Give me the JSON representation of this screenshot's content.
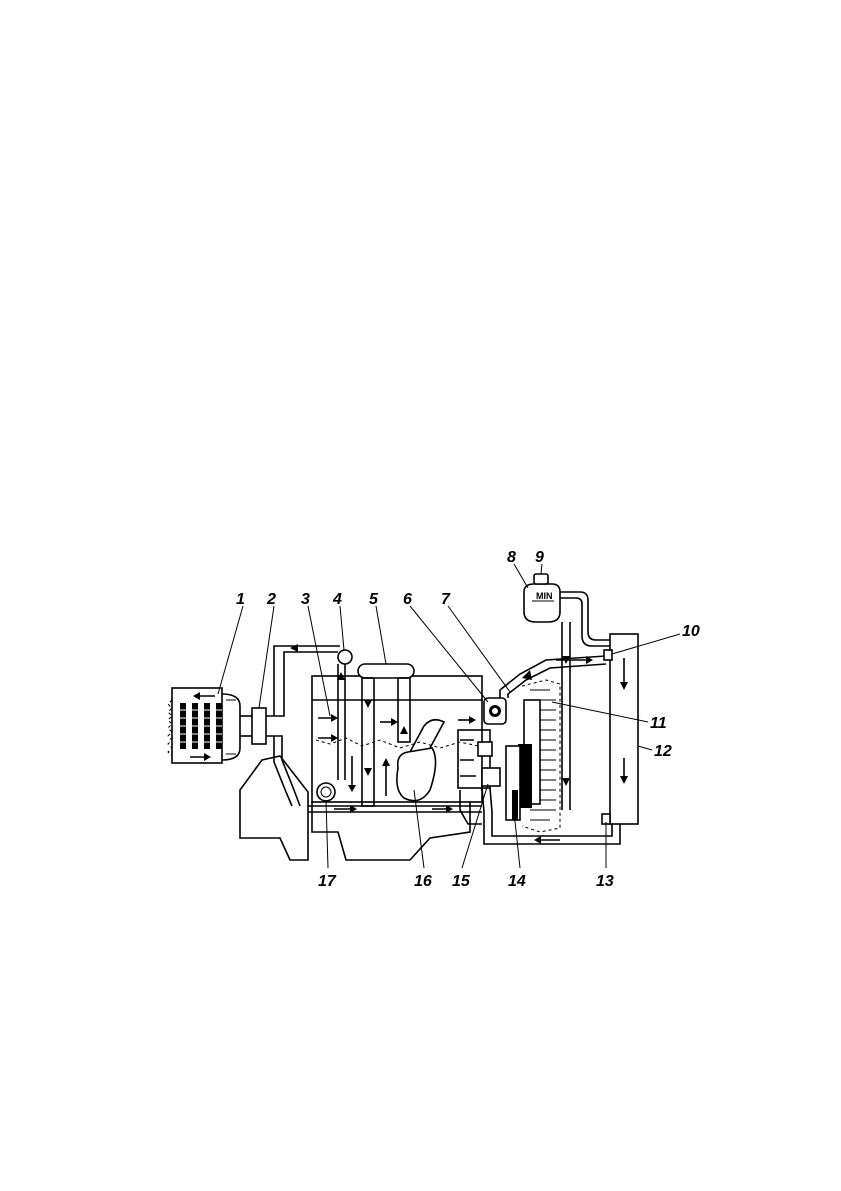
{
  "labels": [
    {
      "id": "1",
      "text": "1"
    },
    {
      "id": "2",
      "text": "2"
    },
    {
      "id": "3",
      "text": "3"
    },
    {
      "id": "4",
      "text": "4"
    },
    {
      "id": "5",
      "text": "5"
    },
    {
      "id": "6",
      "text": "6"
    },
    {
      "id": "7",
      "text": "7"
    },
    {
      "id": "8",
      "text": "8"
    },
    {
      "id": "9",
      "text": "9"
    },
    {
      "id": "10",
      "text": "10"
    },
    {
      "id": "11",
      "text": "11"
    },
    {
      "id": "12",
      "text": "12"
    },
    {
      "id": "13",
      "text": "13"
    },
    {
      "id": "14",
      "text": "14"
    },
    {
      "id": "15",
      "text": "15"
    },
    {
      "id": "16",
      "text": "16"
    },
    {
      "id": "17",
      "text": "17"
    }
  ],
  "tank_marking": "MIN"
}
